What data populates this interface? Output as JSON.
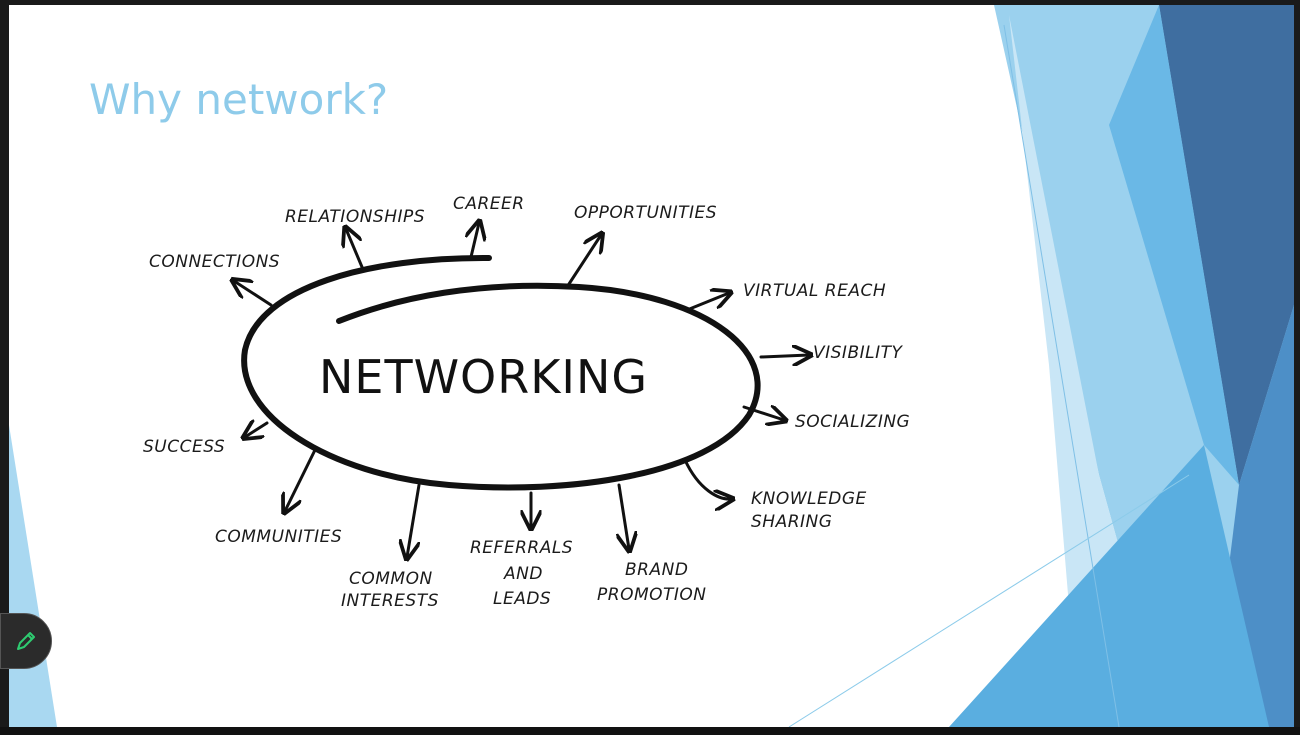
{
  "slide": {
    "title": "Why network?",
    "center": "NETWORKING",
    "labels": {
      "relationships": "RELATIONSHIPS",
      "career": "CAREER",
      "opportunities": "OPPORTUNITIES",
      "connections": "CONNECTIONS",
      "virtual_reach": "VIRTUAL REACH",
      "visibility": "VISIBILITY",
      "socializing": "SOCIALIZING",
      "success": "SUCCESS",
      "knowledge_1": "KNOWLEDGE",
      "knowledge_2": "SHARING",
      "communities": "COMMUNITIES",
      "common_1": "COMMON",
      "common_2": "INTERESTS",
      "referrals_1": "REFERRALS",
      "referrals_2": "AND",
      "referrals_3": "LEADS",
      "brand_1": "BRAND",
      "brand_2": "PROMOTION"
    }
  },
  "colors": {
    "title": "#8ecbea",
    "accent_light": "#a9d8f1",
    "accent_mid": "#5aaee0",
    "accent_dark": "#3f6ea0"
  },
  "tools": {
    "pen_icon": "pencil-icon"
  }
}
